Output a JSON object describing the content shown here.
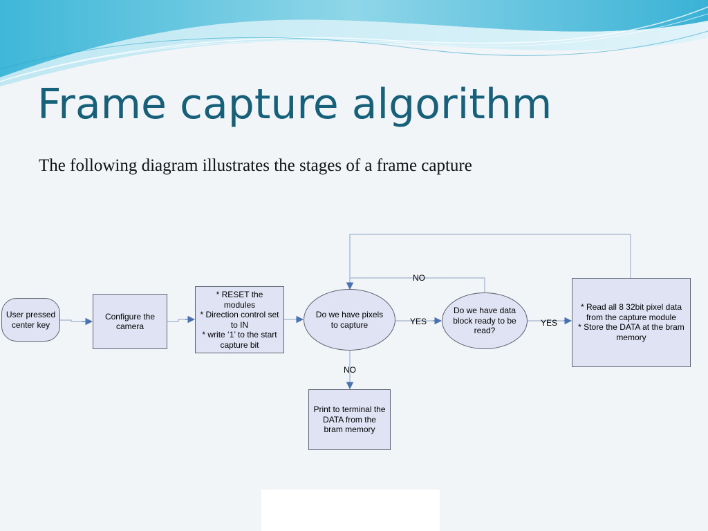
{
  "slide": {
    "title": "Frame capture algorithm",
    "subtitle": "The following diagram illustrates the stages of a frame capture"
  },
  "diagram": {
    "nodes": {
      "start": "User pressed\ncenter key",
      "configure": "Configure the\ncamera",
      "reset": "* RESET the\nmodules\n* Direction control set\nto IN\n* write ‘1’ to the start\ncapture bit",
      "pixels_decision": "Do we have pixels\nto capture",
      "data_decision": "Do we have data\nblock ready to be\nread?",
      "read_store": "* Read all 8 32bit pixel data\nfrom the capture module\n* Store the DATA at the bram\nmemory",
      "print": "Print to terminal the\nDATA from the\nbram memory"
    },
    "edge_labels": {
      "top_no": "NO",
      "pixels_yes": "YES",
      "data_yes": "YES",
      "pixels_no": "NO"
    }
  },
  "colors": {
    "title": "#16607a",
    "node_fill": "#dfe3f3",
    "node_border": "#5d6270",
    "arrow": "#4a72b0",
    "line": "#8ca2c4"
  }
}
